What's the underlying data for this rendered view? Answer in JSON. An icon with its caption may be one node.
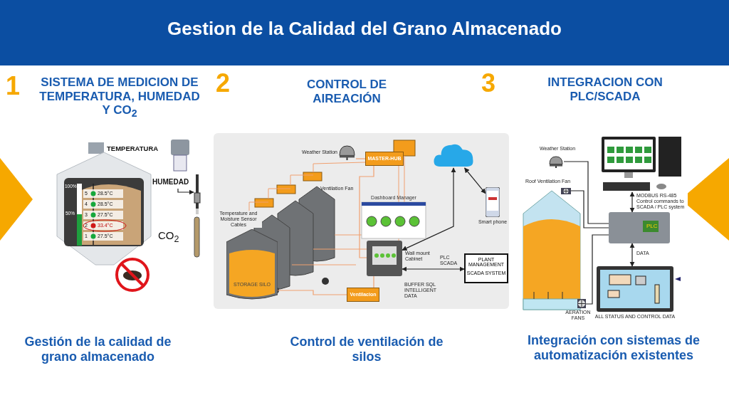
{
  "diagram": {
    "title": "Gestion de la Calidad del Grano Almacenado",
    "nodes": [
      {
        "text": [
          "HUMEDAD"
        ]
      },
      {
        "text": [],
        "shape": "picture"
      },
      {
        "text": [],
        "shape": "picture",
        "beside": [
          "Weather Station"
        ]
      },
      {
        "text": [
          "MASTER-HUB"
        ]
      },
      {
        "text": [
          "STORAGE SILO"
        ]
      },
      {
        "text": [
          "Dashboard Manager"
        ]
      },
      {
        "text": [],
        "shape": "picture",
        "beside": [
          "Wall mount Cabinet",
          "BUFFER SQL INTELLIGENT DATA"
        ]
      },
      {
        "text": [],
        "shape": "cloud"
      },
      {
        "text": [],
        "shape": "picture",
        "beside": [
          "Smart phone"
        ]
      },
      {
        "text": [
          "PLANT MANAGEMENT",
          "SCADA SYSTEM"
        ]
      },
      {
        "text": [
          "Ventilacion"
        ]
      },
      {
        "text": [],
        "shape": "picture",
        "beside": [
          "Weather Station"
        ]
      },
      {
        "text": [],
        "shape": "picture",
        "beside": [
          "Roof Ventilation Fan"
        ]
      },
      {
        "text": [],
        "shape": "picture",
        "beside": [
          "AERATION FANS"
        ]
      },
      {
        "text": [],
        "shape": "picture"
      },
      {
        "text": [
          "PLC"
        ]
      },
      {
        "text": [],
        "shape": "picture",
        "beside": [
          "ALL STATUS AND CONTROL DATA"
        ]
      },
      {
        "text": [],
        "shape": "triangle"
      },
      {
        "text": [],
        "shape": "triangle"
      }
    ],
    "edges": [
      {
        "from": 0,
        "to": 1,
        "arrow": "to"
      },
      {
        "from": 2,
        "to": 3,
        "arrow": "none",
        "color": "#f0a070"
      },
      {
        "from": 3,
        "to": 6,
        "arrow": "none",
        "color": "#f0a070"
      },
      {
        "from": 4,
        "to": 10,
        "arrow": "none",
        "color": "#f0a070"
      },
      {
        "from": 10,
        "to": 6,
        "arrow": "none",
        "color": "#f0a070"
      },
      {
        "from": 7,
        "to": 8,
        "arrow": "both"
      },
      {
        "from": 7,
        "to": 6,
        "arrow": "both"
      },
      {
        "from": 6,
        "to": 9,
        "arrow": "both",
        "label": "PLC SCADA"
      },
      {
        "from": 11,
        "to": 15,
        "arrow": "none"
      },
      {
        "from": 12,
        "to": 15,
        "arrow": "none"
      },
      {
        "from": 13,
        "to": 15,
        "arrow": "none"
      },
      {
        "from": 14,
        "to": 15,
        "arrow": "both",
        "label": "MODBUS RS-485 Control commands to SCADA / PLC system"
      },
      {
        "from": 15,
        "to": 16,
        "arrow": "both",
        "label": "DATA"
      }
    ],
    "labels": [
      "1",
      "SISTEMA DE MEDICION DE TEMPERATURA, HUMEDAD Y CO$_{2}$",
      "2",
      "CONTROL DE AIREACIÓN",
      "3",
      "INTEGRACION CON PLC/SCADA",
      "TEMPERATURA",
      "100%",
      "5",
      "28.5°C",
      "4",
      "28.5°C",
      "50%",
      "3",
      "27.5°C",
      "2",
      "33.4°C",
      "1",
      "27.5°C",
      "CO$_{2}$",
      "Temperature and Moisture Sensor Cables",
      "Ventilation Fan",
      "Gestión de la calidad de grano almacenado",
      "Control de ventilación de silos",
      "Integración con sistemas de automatización existentes"
    ]
  }
}
